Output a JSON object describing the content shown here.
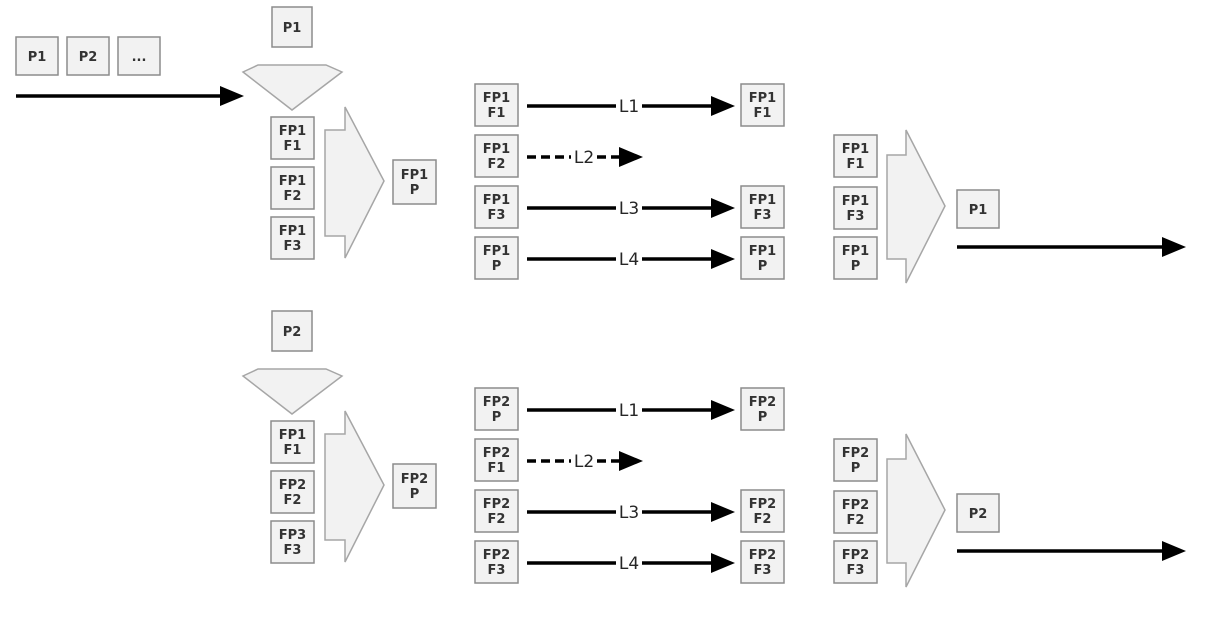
{
  "input_queue": [
    "P1",
    "P2",
    "..."
  ],
  "rows": [
    {
      "packet": "P1",
      "fragments": [
        [
          "FP1",
          "F1"
        ],
        [
          "FP1",
          "F2"
        ],
        [
          "FP1",
          "F3"
        ]
      ],
      "parity": [
        "FP1",
        "P"
      ],
      "links": [
        {
          "label": "L1",
          "sent": [
            "FP1",
            "F1"
          ],
          "received": [
            "FP1",
            "F1"
          ],
          "lost": false
        },
        {
          "label": "L2",
          "sent": [
            "FP1",
            "F2"
          ],
          "received": null,
          "lost": true
        },
        {
          "label": "L3",
          "sent": [
            "FP1",
            "F3"
          ],
          "received": [
            "FP1",
            "F3"
          ],
          "lost": false
        },
        {
          "label": "L4",
          "sent": [
            "FP1",
            "P"
          ],
          "received": [
            "FP1",
            "P"
          ],
          "lost": false
        }
      ],
      "reassembly_inputs": [
        [
          "FP1",
          "F1"
        ],
        [
          "FP1",
          "F3"
        ],
        [
          "FP1",
          "P"
        ]
      ],
      "output": "P1"
    },
    {
      "packet": "P2",
      "fragments": [
        [
          "FP1",
          "F1"
        ],
        [
          "FP2",
          "F2"
        ],
        [
          "FP3",
          "F3"
        ]
      ],
      "parity": [
        "FP2",
        "P"
      ],
      "links": [
        {
          "label": "L1",
          "sent": [
            "FP2",
            "P"
          ],
          "received": [
            "FP2",
            "P"
          ],
          "lost": false
        },
        {
          "label": "L2",
          "sent": [
            "FP2",
            "F1"
          ],
          "received": null,
          "lost": true
        },
        {
          "label": "L3",
          "sent": [
            "FP2",
            "F2"
          ],
          "received": [
            "FP2",
            "F2"
          ],
          "lost": false
        },
        {
          "label": "L4",
          "sent": [
            "FP2",
            "F3"
          ],
          "received": [
            "FP2",
            "F3"
          ],
          "lost": false
        }
      ],
      "reassembly_inputs": [
        [
          "FP2",
          "P"
        ],
        [
          "FP2",
          "F2"
        ],
        [
          "FP2",
          "F3"
        ]
      ],
      "output": "P2"
    }
  ]
}
